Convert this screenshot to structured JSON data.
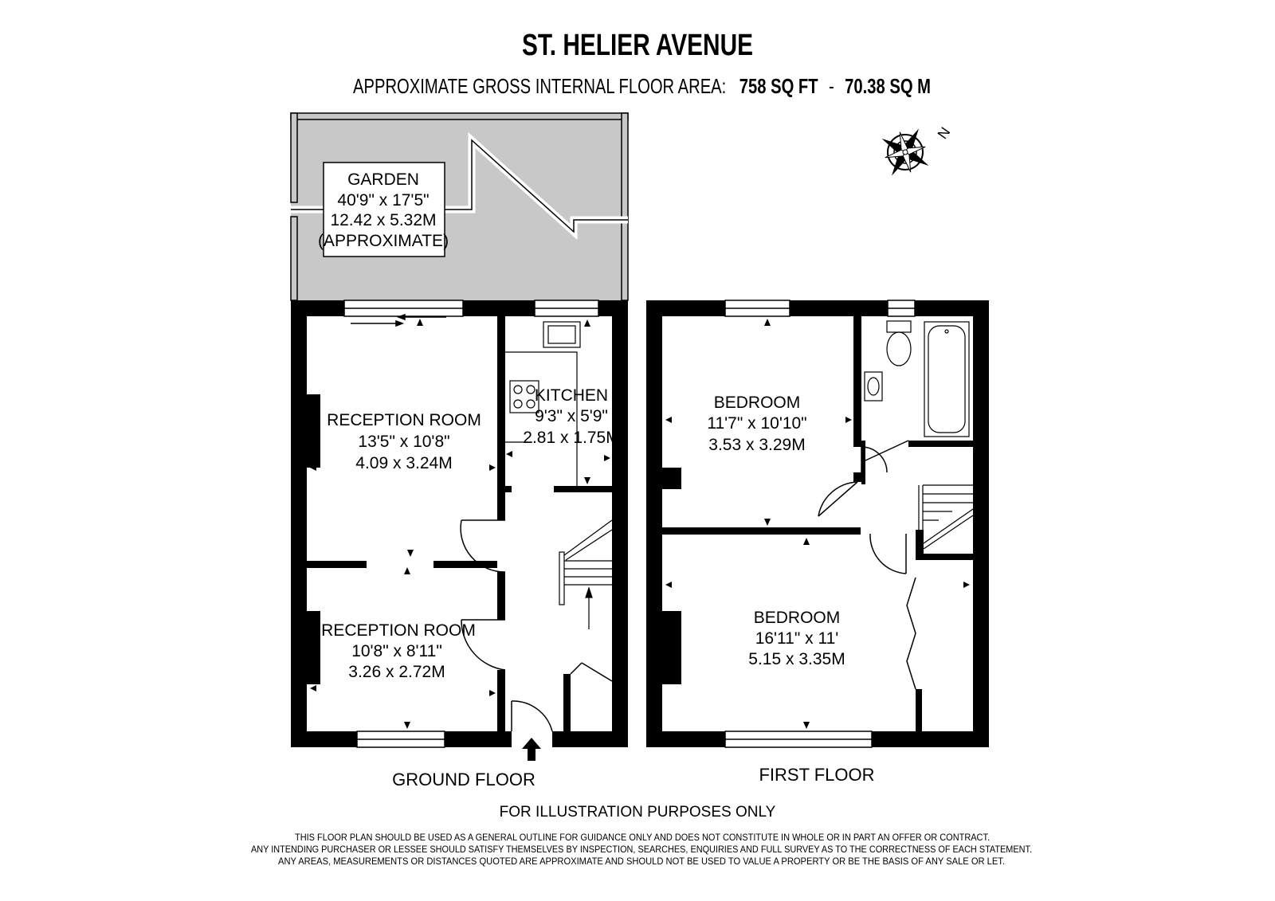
{
  "header": {
    "title": "ST. HELIER AVENUE",
    "area_label": "APPROXIMATE GROSS INTERNAL FLOOR AREA:",
    "area_sqft": "758 SQ FT",
    "area_sep": "-",
    "area_sqm": "70.38 SQ M"
  },
  "compass": {
    "north_label": "N"
  },
  "garden": {
    "name": "GARDEN",
    "dim_imperial": "40'9\" x 17'5\"",
    "dim_metric": "12.42 x 5.32M",
    "note": "(APPROXIMATE)"
  },
  "ground_floor": {
    "label": "GROUND FLOOR",
    "reception_rear": {
      "name": "RECEPTION ROOM",
      "dim_imperial": "13'5\" x 10'8\"",
      "dim_metric": "4.09 x 3.24M"
    },
    "reception_front": {
      "name": "RECEPTION ROOM",
      "dim_imperial": "10'8\" x 8'11\"",
      "dim_metric": "3.26 x 2.72M"
    },
    "kitchen": {
      "name": "KITCHEN",
      "dim_imperial": "9'3\" x 5'9\"",
      "dim_metric": "2.81 x 1.75M"
    }
  },
  "first_floor": {
    "label": "FIRST FLOOR",
    "bedroom_rear": {
      "name": "BEDROOM",
      "dim_imperial": "11'7\" x 10'10\"",
      "dim_metric": "3.53 x 3.29M"
    },
    "bedroom_front": {
      "name": "BEDROOM",
      "dim_imperial": "16'11\" x 11'",
      "dim_metric": "5.15 x 3.35M"
    }
  },
  "footer": {
    "illustration_note": "FOR ILLUSTRATION PURPOSES ONLY",
    "disclaimer": [
      "THIS FLOOR PLAN SHOULD BE USED AS A GENERAL OUTLINE FOR GUIDANCE ONLY AND DOES NOT CONSTITUTE IN WHOLE OR IN PART AN OFFER OR CONTRACT.",
      "ANY INTENDING PURCHASER OR LESSEE SHOULD SATISFY THEMSELVES BY INSPECTION, SEARCHES, ENQUIRIES AND FULL SURVEY AS TO THE CORRECTNESS OF EACH STATEMENT.",
      "ANY AREAS, MEASUREMENTS OR DISTANCES QUOTED ARE APPROXIMATE AND SHOULD NOT BE USED TO VALUE A PROPERTY OR BE THE BASIS OF ANY SALE OR LET."
    ]
  },
  "colors": {
    "wall": "#000000",
    "garden_fill": "#c8c8c8",
    "background": "#ffffff"
  }
}
